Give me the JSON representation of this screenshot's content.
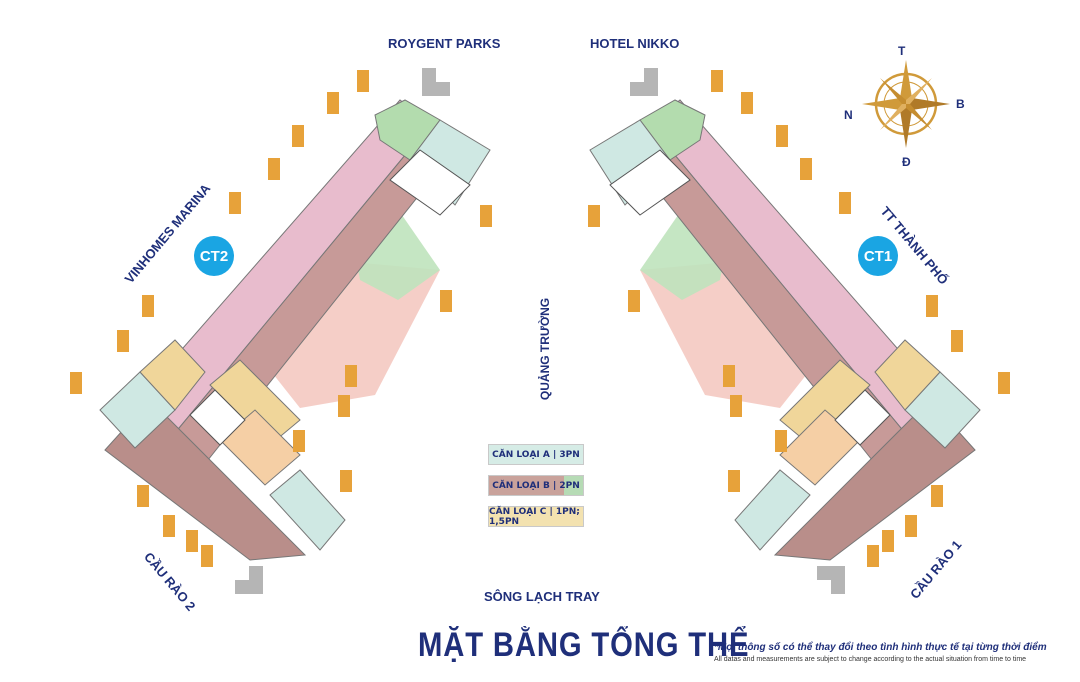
{
  "labels": {
    "roygent_parks": "ROYGENT PARKS",
    "hotel_nikko": "HOTEL NIKKO",
    "vinhomes_marina": "VINHOMES MARINA",
    "tt_thanh_pho": "TT THÀNH PHỐ",
    "quang_truong": "QUẢNG TRƯỜNG",
    "song_lach_tray": "SÔNG LẠCH TRAY",
    "cau_rao_2": "CẦU RÀO 2",
    "cau_rao_1": "CẦU RÀO 1"
  },
  "towers": {
    "ct2": "CT2",
    "ct1": "CT1"
  },
  "compass": {
    "north": "T",
    "east": "B",
    "west": "N",
    "south": "Đ"
  },
  "legend": [
    {
      "label": "CĂN LOẠI A | 3PN",
      "color": "#d6ece6"
    },
    {
      "label": "CĂN LOẠI B | 2PN",
      "color": "#c9a29b",
      "swatch": "#b6dbb5"
    },
    {
      "label": "CĂN LOẠI C | 1PN; 1,5PN",
      "color": "#f3e2b0"
    }
  ],
  "title": "MẶT BẰNG TỔNG THỂ",
  "note_vi": "*Mọi thông số có thể thay đổi theo tình hình thực tế tại từng thời điểm",
  "note_en": "All datas and measurements are subject to change according to the actual situation from time to time",
  "colors": {
    "accent": "#1f2f7a",
    "badge": "#1aa5e3",
    "tag": "#e7a23a",
    "type_a": "#bfe0dc",
    "type_b_pink": "#e6b7c6",
    "type_b_brown": "#b88b86",
    "type_b_green": "#a9d6a5",
    "type_c": "#f0d69a",
    "commercial": "#f3c2bb"
  }
}
